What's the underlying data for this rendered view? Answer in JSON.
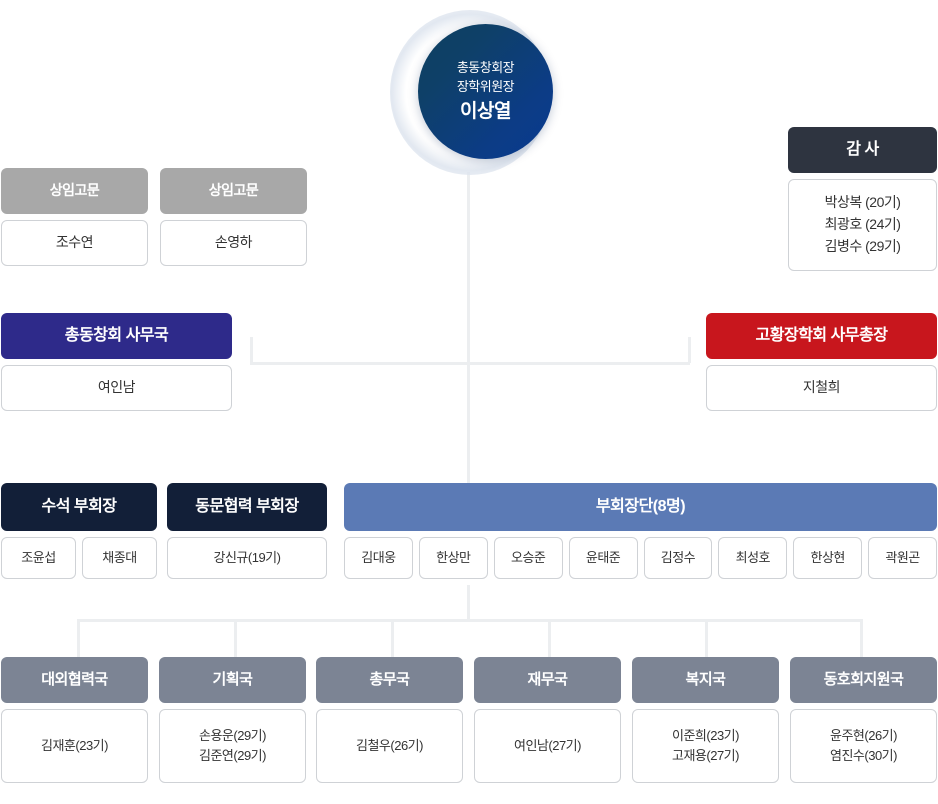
{
  "chairman": {
    "role_line1": "총동창회장",
    "role_line2": "장학위원장",
    "name": "이상열"
  },
  "advisors": [
    {
      "title": "상임고문",
      "name": "조수연"
    },
    {
      "title": "상임고문",
      "name": "손영하"
    }
  ],
  "audit": {
    "title": "감 사",
    "members": [
      "박상복 (20기)",
      "최광호 (24기)",
      "김병수 (29기)"
    ]
  },
  "offices": [
    {
      "title": "총동창회 사무국",
      "name": "여인남",
      "color": "#2e2a8a"
    },
    {
      "title": "고황장학회 사무총장",
      "name": "지철희",
      "color": "#c8161d"
    }
  ],
  "vice_chairs": [
    {
      "title": "수석 부회장",
      "members": [
        "조윤섭",
        "채종대"
      ]
    },
    {
      "title": "동문협력 부회장",
      "members": [
        "강신규(19기)"
      ]
    }
  ],
  "vp_group": {
    "title": "부회장단(8명)",
    "members": [
      "김대웅",
      "한상만",
      "오승준",
      "윤태준",
      "김정수",
      "최성호",
      "한상현",
      "곽원곤"
    ]
  },
  "departments": [
    {
      "title": "대외협력국",
      "members": [
        "김재훈(23기)"
      ]
    },
    {
      "title": "기획국",
      "members": [
        "손용운(29기)",
        "김준연(29기)"
      ]
    },
    {
      "title": "총무국",
      "members": [
        "김철우(26기)"
      ]
    },
    {
      "title": "재무국",
      "members": [
        "여인남(27기)"
      ]
    },
    {
      "title": "복지국",
      "members": [
        "이준희(23기)",
        "고재용(27기)"
      ]
    },
    {
      "title": "동호회지원국",
      "members": [
        "윤주현(26기)",
        "염진수(30기)"
      ]
    }
  ],
  "colors": {
    "advisor_header": "#a8a8a8",
    "audit_header": "#2e3440",
    "secretariat_header": "#2e2a8a",
    "scholarship_header": "#c8161d",
    "vice_chair_header": "#121f38",
    "vp_group_header": "#5b7ab5",
    "dept_header": "#7c8494",
    "connector": "#eceef0"
  }
}
